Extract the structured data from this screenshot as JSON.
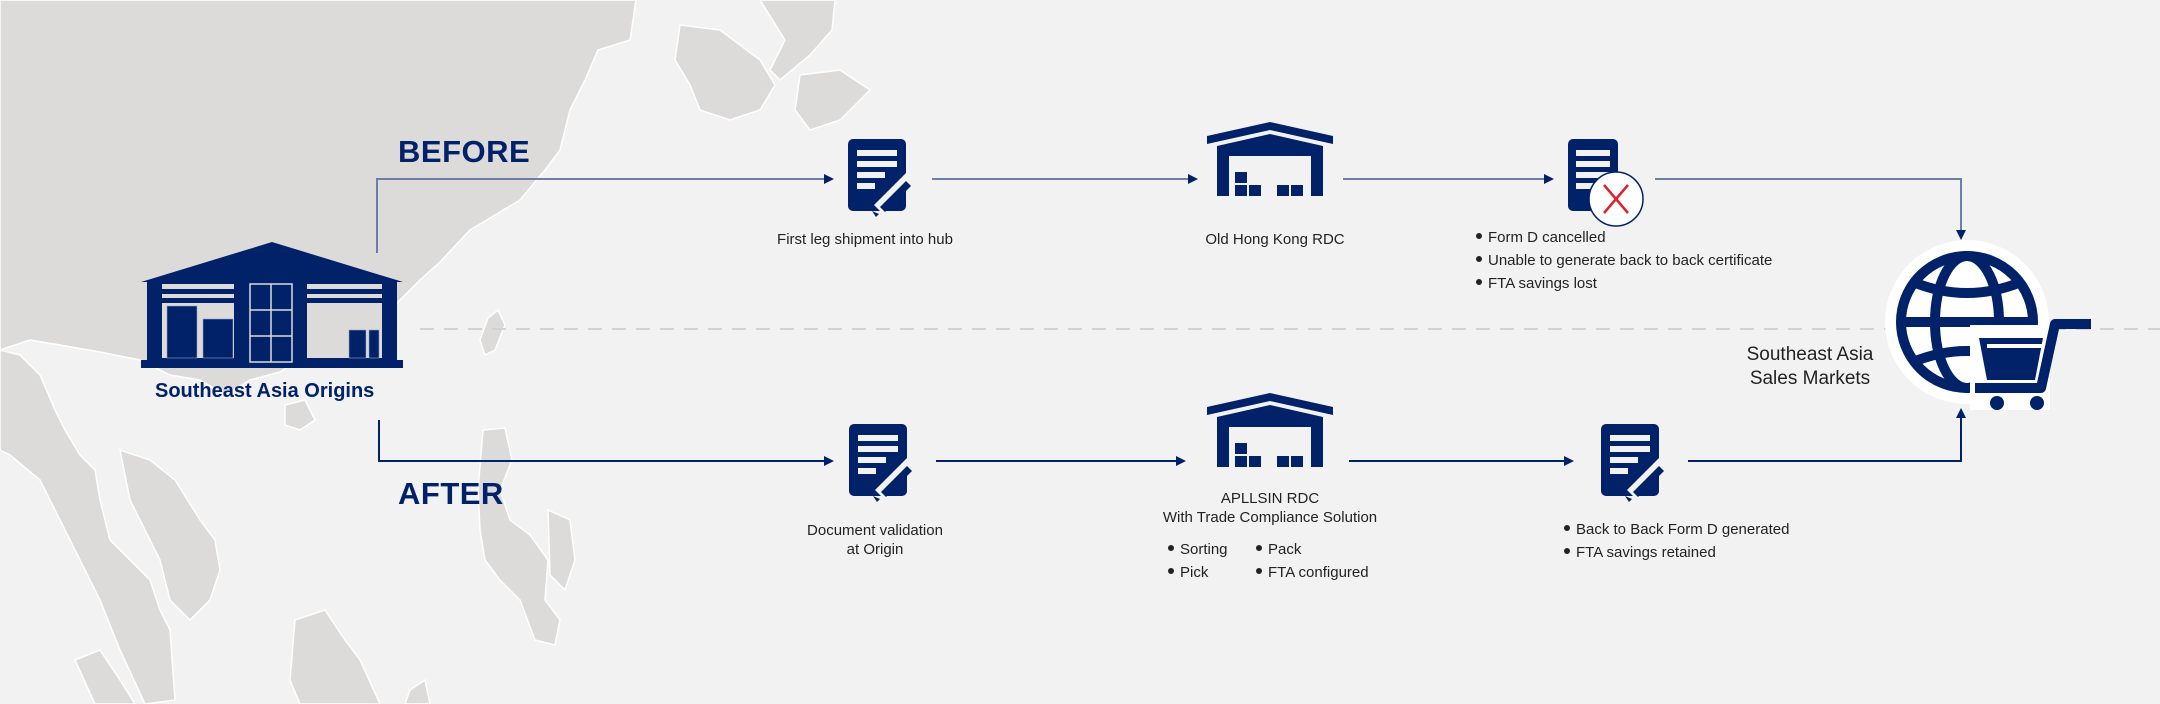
{
  "colors": {
    "navy": "#012169",
    "background": "#f2f2f2",
    "land": "#dcdbda",
    "arrow_before": "#6b7fa8",
    "arrow_after": "#012169",
    "divider": "#d2d2d2",
    "cancel_red": "#e0202f"
  },
  "origin": {
    "label": "Southeast Asia Origins",
    "icon": "warehouse-icon"
  },
  "destination": {
    "label_line1": "Southeast Asia",
    "label_line2": "Sales Markets",
    "icon": "globe-cart-icon"
  },
  "before": {
    "label": "BEFORE",
    "steps": [
      {
        "icon": "document-edit-icon",
        "caption": "First leg shipment into hub"
      },
      {
        "icon": "warehouse-icon",
        "caption": "Old Hong Kong RDC"
      },
      {
        "icon": "document-cancelled-icon",
        "bullets": [
          "Form D cancelled",
          "Unable to generate back to back certificate",
          "FTA savings lost"
        ]
      }
    ]
  },
  "after": {
    "label": "AFTER",
    "steps": [
      {
        "icon": "document-edit-icon",
        "caption_line1": "Document validation",
        "caption_line2": "at Origin"
      },
      {
        "icon": "warehouse-icon",
        "caption_line1": "APLLSIN RDC",
        "caption_line2": "With Trade Compliance Solution",
        "bullets_left": [
          "Sorting",
          "Pick"
        ],
        "bullets_right": [
          "Pack",
          "FTA configured"
        ]
      },
      {
        "icon": "document-edit-icon",
        "bullets": [
          "Back to Back Form D generated",
          "FTA savings retained"
        ]
      }
    ]
  }
}
